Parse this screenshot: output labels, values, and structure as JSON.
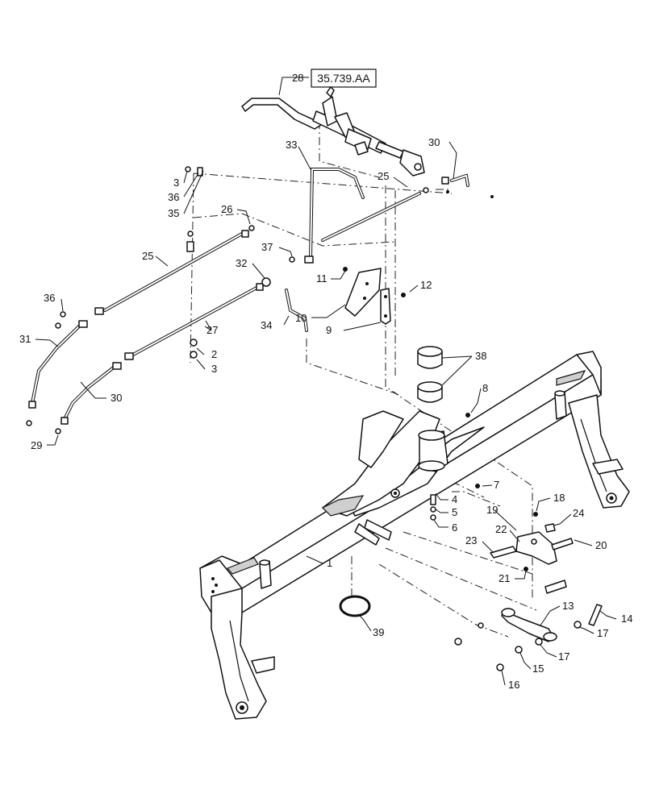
{
  "reference": "35.739.AA",
  "callouts": [
    {
      "id": "c28",
      "text": "28"
    },
    {
      "id": "c33",
      "text": "33"
    },
    {
      "id": "c30a",
      "text": "30"
    },
    {
      "id": "c3a",
      "text": "3"
    },
    {
      "id": "c36a",
      "text": "36"
    },
    {
      "id": "c35",
      "text": "35"
    },
    {
      "id": "c25a",
      "text": "25"
    },
    {
      "id": "c26",
      "text": "26"
    },
    {
      "id": "c25b",
      "text": "25"
    },
    {
      "id": "c37",
      "text": "37"
    },
    {
      "id": "c32",
      "text": "32"
    },
    {
      "id": "c11",
      "text": "11"
    },
    {
      "id": "c12",
      "text": "12"
    },
    {
      "id": "c36b",
      "text": "36"
    },
    {
      "id": "c10",
      "text": "10"
    },
    {
      "id": "c9",
      "text": "9"
    },
    {
      "id": "c34",
      "text": "34"
    },
    {
      "id": "c27",
      "text": "27"
    },
    {
      "id": "c31",
      "text": "31"
    },
    {
      "id": "c2",
      "text": "2"
    },
    {
      "id": "c3b",
      "text": "3"
    },
    {
      "id": "c38",
      "text": "38"
    },
    {
      "id": "c30b",
      "text": "30"
    },
    {
      "id": "c8",
      "text": "8"
    },
    {
      "id": "c29",
      "text": "29"
    },
    {
      "id": "c7",
      "text": "7"
    },
    {
      "id": "c4",
      "text": "4"
    },
    {
      "id": "c18",
      "text": "18"
    },
    {
      "id": "c5",
      "text": "5"
    },
    {
      "id": "c19",
      "text": "19"
    },
    {
      "id": "c24",
      "text": "24"
    },
    {
      "id": "c6",
      "text": "6"
    },
    {
      "id": "c22",
      "text": "22"
    },
    {
      "id": "c23",
      "text": "23"
    },
    {
      "id": "c20",
      "text": "20"
    },
    {
      "id": "c1",
      "text": "1"
    },
    {
      "id": "c21",
      "text": "21"
    },
    {
      "id": "c13",
      "text": "13"
    },
    {
      "id": "c14",
      "text": "14"
    },
    {
      "id": "c39",
      "text": "39"
    },
    {
      "id": "c17a",
      "text": "17"
    },
    {
      "id": "c17b",
      "text": "17"
    },
    {
      "id": "c15",
      "text": "15"
    },
    {
      "id": "c16",
      "text": "16"
    }
  ]
}
